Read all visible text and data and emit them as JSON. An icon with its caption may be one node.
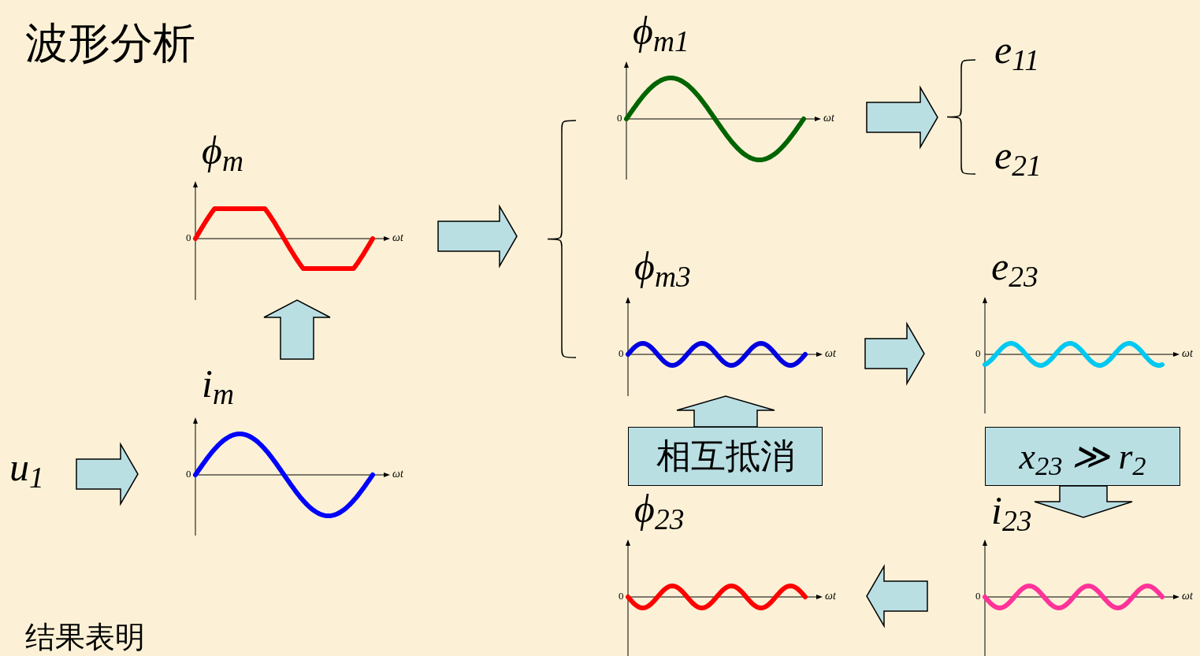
{
  "diagram": {
    "title": "波形分析",
    "nodes": [
      {
        "text": [
          "u$_{1}$"
        ]
      },
      {
        "text": [
          "i$_{m}$",
          "0",
          "ωt"
        ]
      },
      {
        "text": [
          "ϕ$_{m}$",
          "0",
          "ωt"
        ]
      },
      {
        "text": [
          "ϕ$_{m1}$",
          "0",
          "ωt"
        ]
      },
      {
        "text": [
          "ϕ$_{m3}$",
          "0",
          "ωt"
        ]
      },
      {
        "text": [
          "e$_{11}$"
        ]
      },
      {
        "text": [
          "e$_{21}$"
        ]
      },
      {
        "text": [
          "e$_{23}$",
          "0",
          "ωt"
        ]
      },
      {
        "text": [
          "相互抵消"
        ]
      },
      {
        "text": [
          "x$_{23}$ ≫ r$_{2}$"
        ]
      },
      {
        "text": [
          "i$_{23}$",
          "0",
          "ωt"
        ]
      },
      {
        "text": [
          "ϕ$_{23}$",
          "0",
          "ωt"
        ]
      },
      {
        "text": [],
        "shape": "brace"
      },
      {
        "text": [],
        "shape": "brace"
      }
    ],
    "edges": [
      {
        "from": 0,
        "to": 1,
        "arrow": "to"
      },
      {
        "from": 1,
        "to": 2,
        "arrow": "to"
      },
      {
        "from": 2,
        "to": 12,
        "arrow": "to"
      },
      {
        "from": 3,
        "to": 13,
        "arrow": "to"
      },
      {
        "from": 4,
        "to": 7,
        "arrow": "to"
      },
      {
        "from": 8,
        "to": 4,
        "arrow": "to"
      },
      {
        "from": 9,
        "to": 10,
        "arrow": "to"
      },
      {
        "from": 10,
        "to": 11,
        "arrow": "to"
      }
    ],
    "labels": [
      "结果表明"
    ]
  }
}
